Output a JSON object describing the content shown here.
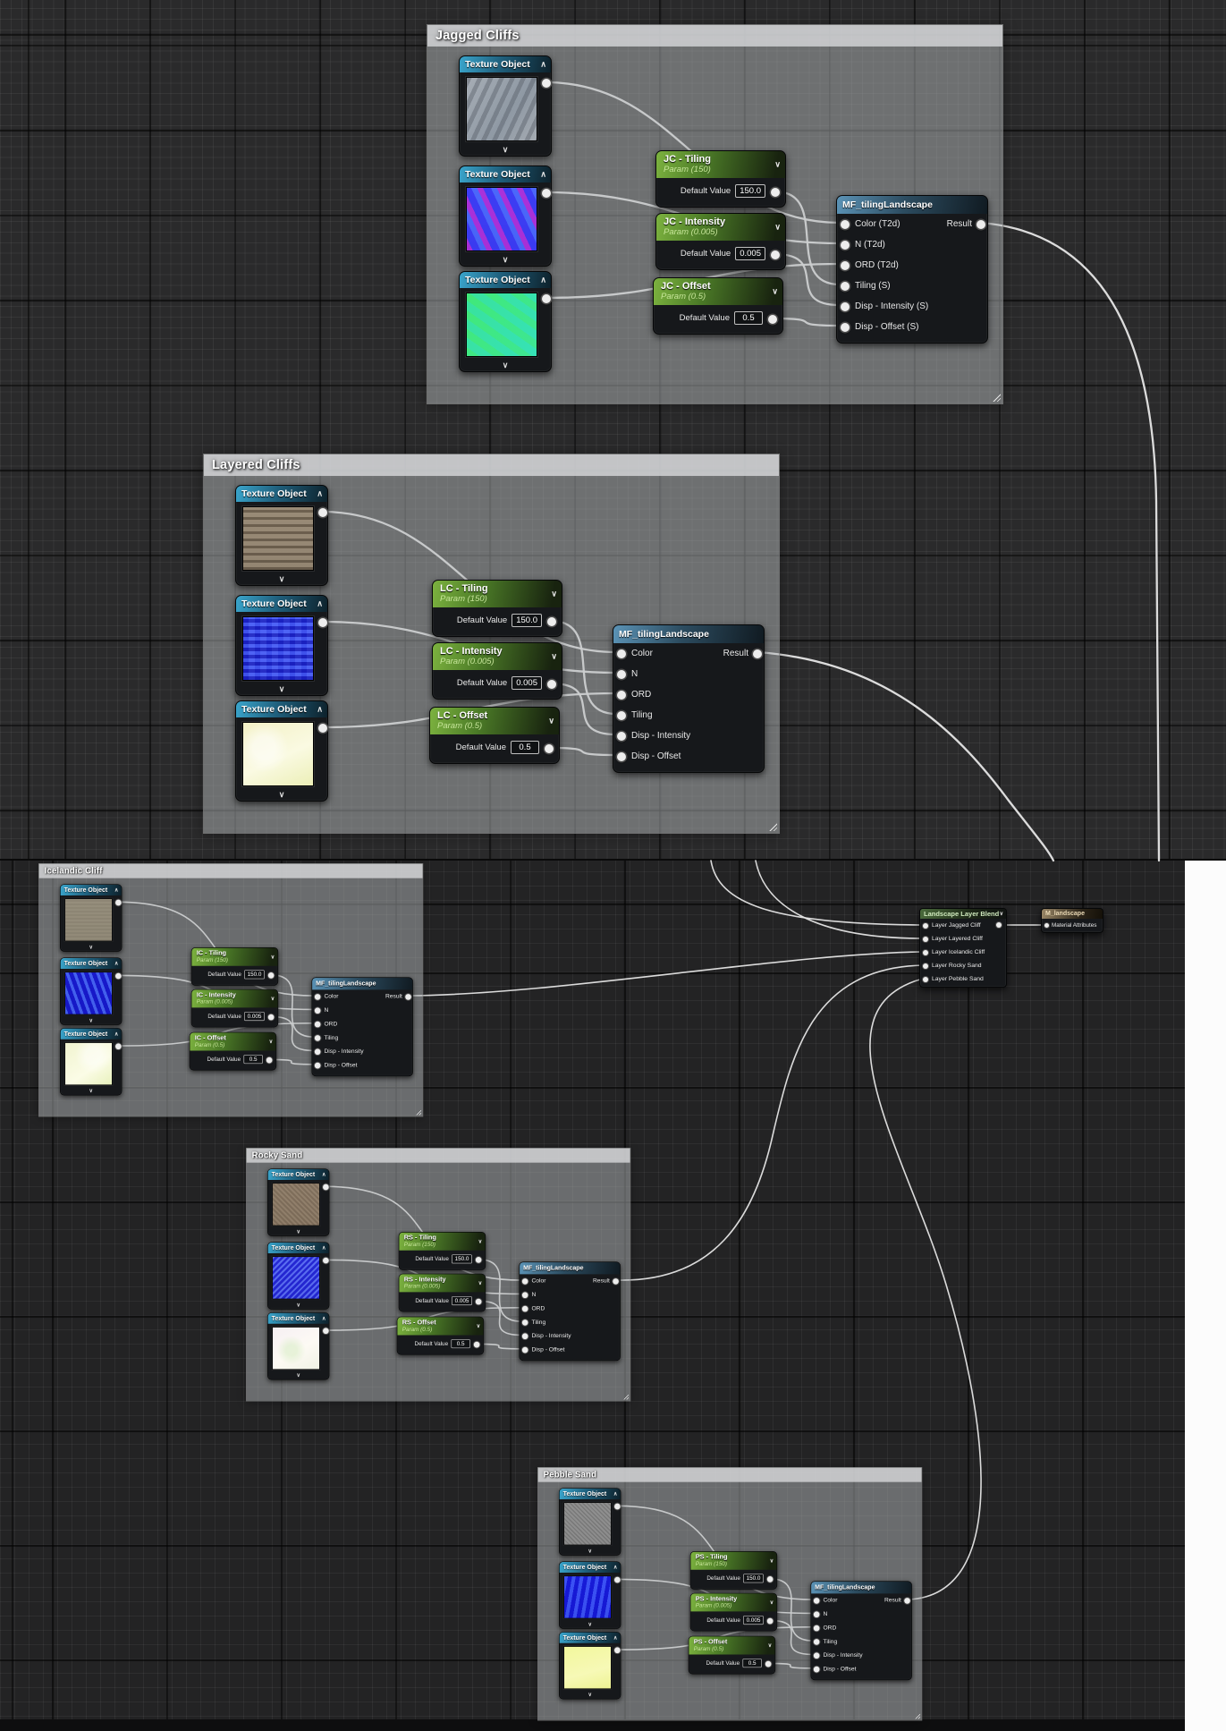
{
  "labels": {
    "texture_object": "Texture Object",
    "default_value": "Default Value",
    "collapse": "∧",
    "expand": "∨"
  },
  "colors": {
    "wire": "#e6e6e6",
    "param_green": "#7cb23f",
    "texture_blue": "#3aa5cc",
    "function_blue": "#5b93b6"
  },
  "groups": [
    {
      "title": "Jagged Cliffs",
      "params": [
        {
          "name": "JC - Tiling",
          "sub": "Param (150)",
          "value": "150.0"
        },
        {
          "name": "JC - Intensity",
          "sub": "Param (0.005)",
          "value": "0.005"
        },
        {
          "name": "JC - Offset",
          "sub": "Param (0.5)",
          "value": "0.5"
        }
      ],
      "function": {
        "title": "MF_tilingLandscape",
        "inputs": [
          "Color (T2d)",
          "N (T2d)",
          "ORD (T2d)",
          "Tiling (S)",
          "Disp - Intensity (S)",
          "Disp - Offset (S)"
        ],
        "output": "Result"
      }
    },
    {
      "title": "Layered Cliffs",
      "params": [
        {
          "name": "LC - Tiling",
          "sub": "Param (150)",
          "value": "150.0"
        },
        {
          "name": "LC - Intensity",
          "sub": "Param (0.005)",
          "value": "0.005"
        },
        {
          "name": "LC - Offset",
          "sub": "Param (0.5)",
          "value": "0.5"
        }
      ],
      "function": {
        "title": "MF_tilingLandscape",
        "inputs": [
          "Color",
          "N",
          "ORD",
          "Tiling",
          "Disp - Intensity",
          "Disp - Offset"
        ],
        "output": "Result"
      }
    },
    {
      "title": "Icelandic Cliff",
      "params": [
        {
          "name": "IC - Tiling",
          "sub": "Param (150)",
          "value": "150.0"
        },
        {
          "name": "IC - Intensity",
          "sub": "Param (0.005)",
          "value": "0.005"
        },
        {
          "name": "IC - Offset",
          "sub": "Param (0.5)",
          "value": "0.5"
        }
      ],
      "function": {
        "title": "MF_tilingLandscape",
        "inputs": [
          "Color",
          "N",
          "ORD",
          "Tiling",
          "Disp - Intensity",
          "Disp - Offset"
        ],
        "output": "Result"
      }
    },
    {
      "title": "Rocky Sand",
      "params": [
        {
          "name": "RS - Tiling",
          "sub": "Param (150)",
          "value": "150.0"
        },
        {
          "name": "RS - Intensity",
          "sub": "Param (0.005)",
          "value": "0.005"
        },
        {
          "name": "RS - Offset",
          "sub": "Param (0.5)",
          "value": "0.5"
        }
      ],
      "function": {
        "title": "MF_tilingLandscape",
        "inputs": [
          "Color",
          "N",
          "ORD",
          "Tiling",
          "Disp - Intensity",
          "Disp - Offset"
        ],
        "output": "Result"
      }
    },
    {
      "title": "Pebble Sand",
      "params": [
        {
          "name": "PS - Tiling",
          "sub": "Param (150)",
          "value": "150.0"
        },
        {
          "name": "PS - Intensity",
          "sub": "Param (0.005)",
          "value": "0.005"
        },
        {
          "name": "PS - Offset",
          "sub": "Param (0.5)",
          "value": "0.5"
        }
      ],
      "function": {
        "title": "MF_tilingLandscape",
        "inputs": [
          "Color",
          "N",
          "ORD",
          "Tiling",
          "Disp - Intensity",
          "Disp - Offset"
        ],
        "output": "Result"
      }
    }
  ],
  "blend": {
    "title": "Landscape Layer Blend",
    "inputs": [
      "Layer Jagged Cliff",
      "Layer Layered Cliff",
      "Layer Icelandic Cliff",
      "Layer Rocky Sand",
      "Layer Pebble Sand"
    ]
  },
  "material": {
    "title": "M_landscape",
    "input": "Material Attributes"
  }
}
